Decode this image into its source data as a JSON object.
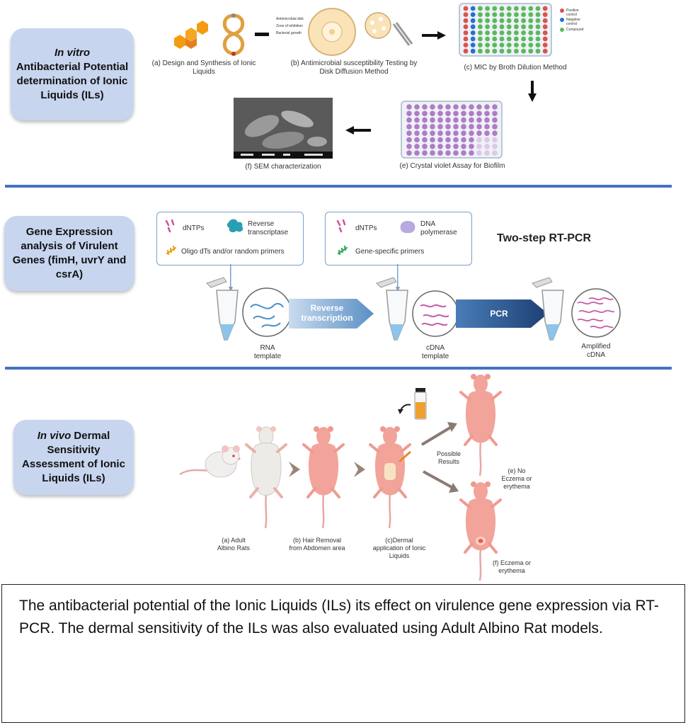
{
  "sections": [
    {
      "label_italic": "In vitro",
      "label_rest": "Antibacterial Potential determination of Ionic Liquids (ILs)",
      "steps": [
        {
          "id": "a",
          "text": "(a) Design and Synthesis of Ionic Liquids"
        },
        {
          "id": "b",
          "text": "(b) Antimicrobial susceptibility Testing by Disk Diffusion Method"
        },
        {
          "id": "c",
          "text": "(c) MIC by Broth Dilution Method"
        },
        {
          "id": "e",
          "text": "(e) Crystal  violet Assay  for Biofilm"
        },
        {
          "id": "f",
          "text": "(f) SEM characterization"
        }
      ],
      "plate_legend": [
        "Positive control",
        "Negative control",
        "Compound"
      ],
      "disk_labels": [
        "Antimicrobial disk",
        "Zone of inhibition",
        "Bacterial growth"
      ]
    },
    {
      "label": "Gene Expression analysis of Virulent Genes (fimH, uvrY and csrA)",
      "title": "Two-step RT-PCR",
      "box1": {
        "dntps": "dNTPs",
        "enzyme": "Reverse transcriptase",
        "primers": "Oligo dTs and/or random primers"
      },
      "box2": {
        "dntps": "dNTPs",
        "enzyme": "DNA polymerase",
        "primers": "Gene-specific primers"
      },
      "arrow1": "Reverse transcription",
      "arrow2": "PCR",
      "templates": [
        "RNA template",
        "cDNA template",
        "Amplified cDNA"
      ]
    },
    {
      "label_italic": "In vivo",
      "label_rest": "Dermal Sensitivity Assessment of Ionic Liquids (ILs)",
      "steps": [
        {
          "id": "a",
          "text": "(a) Adult Albino Rats"
        },
        {
          "id": "b",
          "text": "(b) Hair Removal from Abdomen area"
        },
        {
          "id": "c",
          "text": "(c)Dermal application of Ionic Liquids"
        },
        {
          "id": "possible",
          "text": "Possible Results"
        },
        {
          "id": "e",
          "text": "(e) No Eczema or erythema"
        },
        {
          "id": "f",
          "text": "(f) Eczema or erythema"
        }
      ]
    }
  ],
  "caption": "The antibacterial potential of the Ionic Liquids (ILs) its effect on virulence gene expression via RT-PCR. The dermal sensitivity of the ILs was also evaluated using Adult Albino Rat models.",
  "colors": {
    "label_bg": "#c7d5ef",
    "separator": "#4472c4",
    "honeycomb": "#f39c12",
    "plate_red": "#d9534f",
    "plate_blue": "#2a6fd1",
    "plate_green": "#5cb85c",
    "crystal_violet": "#b07cc6",
    "rat_pink": "#f2a49a"
  }
}
